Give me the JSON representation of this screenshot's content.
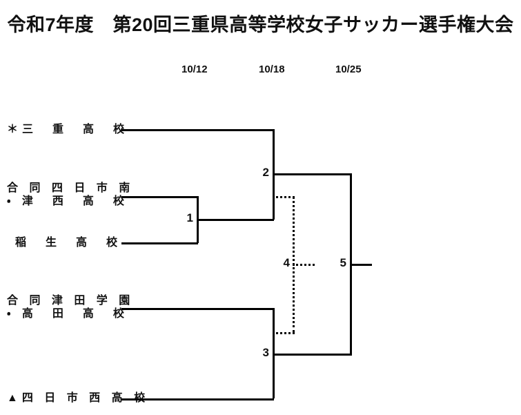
{
  "document": {
    "title": "令和7年度　第20回三重県高等学校女子サッカー選手権大会"
  },
  "rounds": [
    {
      "id": "round-1",
      "date": "10/12"
    },
    {
      "id": "round-2",
      "date": "10/18"
    },
    {
      "id": "round-3",
      "date": "10/25"
    }
  ],
  "teams": [
    {
      "id": "team-mie",
      "mark": "＊",
      "line1": "三　重　高　校",
      "line2": ""
    },
    {
      "id": "team-yokkaichiminami-tsunishi",
      "mark": "",
      "line1": "合 同 四 日 市 南",
      "line2": "・ 津　西　高　校"
    },
    {
      "id": "team-inou",
      "mark": "",
      "line1": "稲　生　高　校",
      "line2": ""
    },
    {
      "id": "team-tsudagakuen-takada",
      "mark": "",
      "line1": "合 同 津 田 学 園",
      "line2": "・ 高　田　高　校"
    },
    {
      "id": "team-yokkaichinishi",
      "mark": "▲",
      "line1": "四 日 市 西 高 校",
      "line2": ""
    }
  ],
  "matches": [
    {
      "id": "match-1",
      "number": "1"
    },
    {
      "id": "match-2",
      "number": "2"
    },
    {
      "id": "match-3",
      "number": "3"
    },
    {
      "id": "match-4",
      "number": "4"
    },
    {
      "id": "match-5",
      "number": "5"
    }
  ],
  "colors": {
    "line": "#000000",
    "text": "#111111",
    "background": "#ffffff"
  }
}
